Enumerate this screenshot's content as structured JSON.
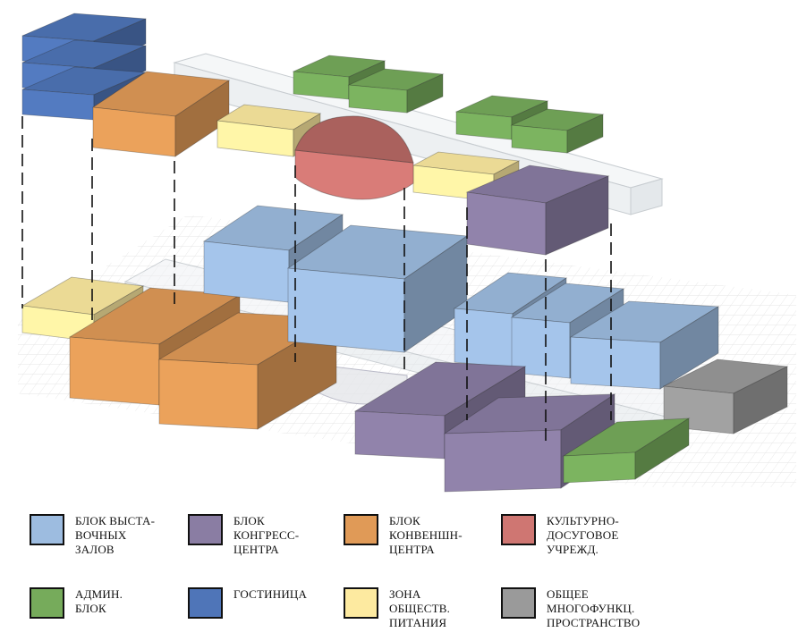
{
  "colors": {
    "exhibit": "#9dbce0",
    "congress": "#8a7da3",
    "convention": "#e09a57",
    "cultural": "#cf7672",
    "admin": "#76ab5b",
    "hotel": "#4f75b8",
    "food": "#fdeaa0",
    "common": "#9a9a9a"
  },
  "legend": [
    {
      "key": "exhibit",
      "label": "БЛОК ВЫСТА-\nВОЧНЫХ\nЗАЛОВ",
      "color": "#9dbce0"
    },
    {
      "key": "congress",
      "label": "БЛОК\nКОНГРЕСС-\nЦЕНТРА",
      "color": "#8a7da3"
    },
    {
      "key": "convention",
      "label": "БЛОК\nКОНВЕНШН-\nЦЕНТРА",
      "color": "#e09a57"
    },
    {
      "key": "cultural",
      "label": "КУЛЬТУРНО-\nДОСУГОВОЕ\nУЧРЕЖД.",
      "color": "#cf7672"
    },
    {
      "key": "admin",
      "label": "АДМИН.\nБЛОК",
      "color": "#76ab5b"
    },
    {
      "key": "hotel",
      "label": "ГОСТИНИЦА",
      "color": "#4f75b8"
    },
    {
      "key": "food",
      "label": "ЗОНА\nОБЩЕСТВ.\nПИТАНИЯ",
      "color": "#fdeaa0"
    },
    {
      "key": "common",
      "label": "ОБЩЕЕ\nМНОГОФУНКЦ.\nПРОСТРАНСТВО",
      "color": "#9a9a9a"
    }
  ]
}
